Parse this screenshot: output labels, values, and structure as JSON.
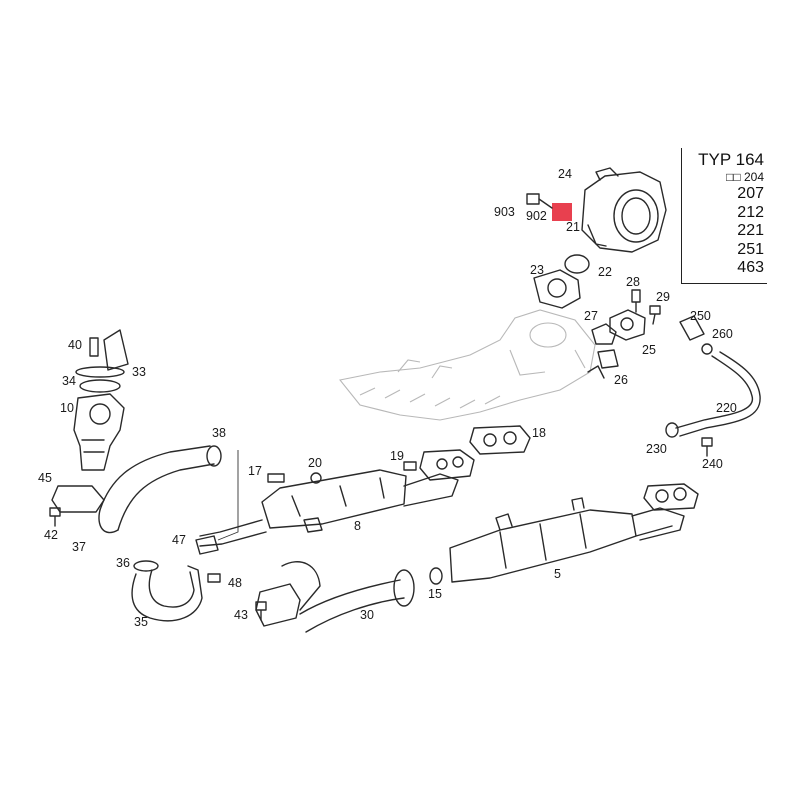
{
  "typ_box": {
    "title": "TYP 164",
    "note": "□□ 204",
    "items": [
      "207",
      "212",
      "221",
      "251",
      "463"
    ]
  },
  "callouts": [
    {
      "id": "c24",
      "text": "24"
    },
    {
      "id": "c903",
      "text": "903"
    },
    {
      "id": "c902",
      "text": "902"
    },
    {
      "id": "c21",
      "text": "21"
    },
    {
      "id": "c23",
      "text": "23"
    },
    {
      "id": "c22",
      "text": "22"
    },
    {
      "id": "c28",
      "text": "28"
    },
    {
      "id": "c29",
      "text": "29"
    },
    {
      "id": "c27",
      "text": "27"
    },
    {
      "id": "c250",
      "text": "250"
    },
    {
      "id": "c260",
      "text": "260"
    },
    {
      "id": "c25",
      "text": "25"
    },
    {
      "id": "c26",
      "text": "26"
    },
    {
      "id": "c40",
      "text": "40"
    },
    {
      "id": "c33",
      "text": "33"
    },
    {
      "id": "c34",
      "text": "34"
    },
    {
      "id": "c10",
      "text": "10"
    },
    {
      "id": "c38",
      "text": "38"
    },
    {
      "id": "c18",
      "text": "18"
    },
    {
      "id": "c220",
      "text": "220"
    },
    {
      "id": "c230",
      "text": "230"
    },
    {
      "id": "c240",
      "text": "240"
    },
    {
      "id": "c19",
      "text": "19"
    },
    {
      "id": "c17",
      "text": "17"
    },
    {
      "id": "c20",
      "text": "20"
    },
    {
      "id": "c45",
      "text": "45"
    },
    {
      "id": "c42",
      "text": "42"
    },
    {
      "id": "c37",
      "text": "37"
    },
    {
      "id": "c8",
      "text": "8"
    },
    {
      "id": "c47",
      "text": "47"
    },
    {
      "id": "c36",
      "text": "36"
    },
    {
      "id": "c48",
      "text": "48"
    },
    {
      "id": "c35",
      "text": "35"
    },
    {
      "id": "c43",
      "text": "43"
    },
    {
      "id": "c30",
      "text": "30"
    },
    {
      "id": "c15",
      "text": "15"
    },
    {
      "id": "c5",
      "text": "5"
    }
  ],
  "colors": {
    "highlight": "#e8404f",
    "line": "#2a2a2a"
  }
}
